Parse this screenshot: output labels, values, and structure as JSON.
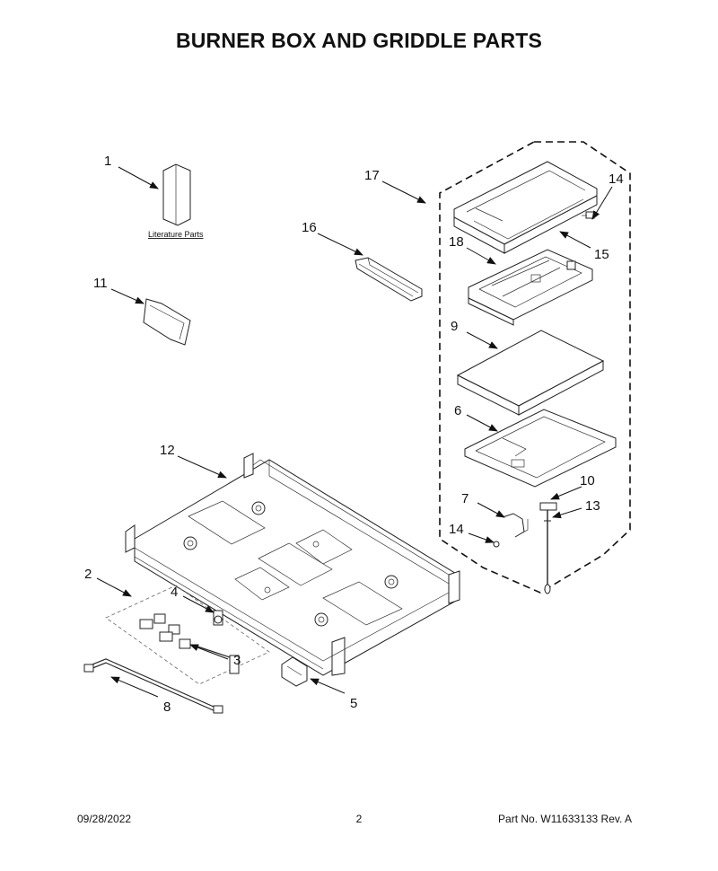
{
  "header": {
    "title": "BURNER BOX AND GRIDDLE PARTS"
  },
  "diagram": {
    "literature_caption": "Literature Parts",
    "callouts": {
      "c1": "1",
      "c2": "2",
      "c3": "3",
      "c4": "4",
      "c5": "5",
      "c6": "6",
      "c7": "7",
      "c8": "8",
      "c9": "9",
      "c10": "10",
      "c11": "11",
      "c12": "12",
      "c13": "13",
      "c14a": "14",
      "c14b": "14",
      "c15": "15",
      "c16": "16",
      "c17": "17",
      "c18": "18"
    }
  },
  "footer": {
    "date": "09/28/2022",
    "page": "2",
    "part_no": "Part No.  W11633133  Rev.  A"
  }
}
